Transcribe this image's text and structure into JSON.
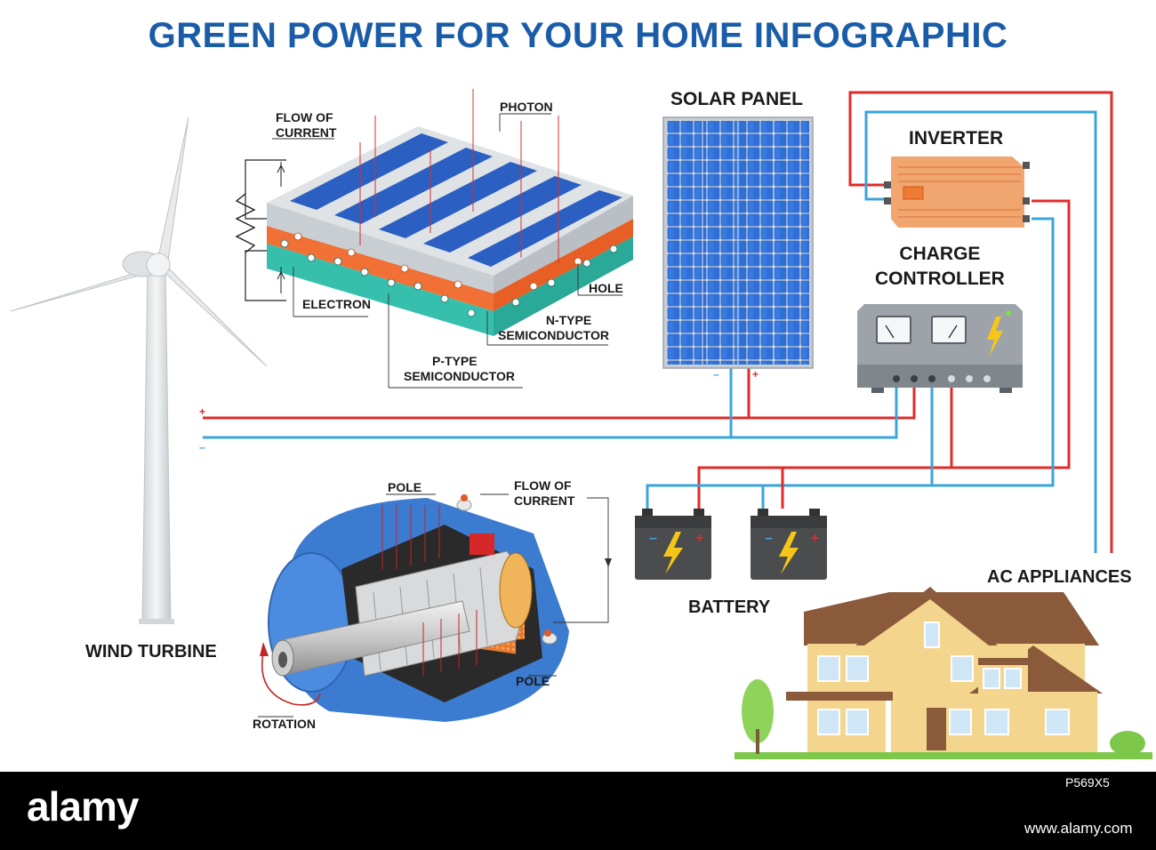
{
  "title": "GREEN POWER FOR YOUR HOME INFOGRAPHIC",
  "labels": {
    "flow_of_current_top": [
      "FLOW OF",
      "CURRENT"
    ],
    "photon": "PHOTON",
    "hole": "HOLE",
    "electron": "ELECTRON",
    "n_type": [
      "N-TYPE",
      "SEMICONDUCTOR"
    ],
    "p_type": [
      "P-TYPE",
      "SEMICONDUCTOR"
    ],
    "solar_panel": "SOLAR PANEL",
    "inverter": "INVERTER",
    "charge_controller": [
      "CHARGE",
      "CONTROLLER"
    ],
    "pole_top": "POLE",
    "flow_of_current_bottom": [
      "FLOW OF",
      "CURRENT"
    ],
    "pole_bottom": "POLE",
    "rotation": "ROTATION",
    "wind_turbine": "WIND TURBINE",
    "battery": "BATTERY",
    "ac_appliances": "AC APPLIANCES",
    "plus": "+",
    "minus": "–"
  },
  "colors": {
    "title": "#1b5ca8",
    "wire_positive": "#e02b2b",
    "wire_negative": "#3aa5dc",
    "panel_blue": "#2b63c6",
    "inverter_orange": "#f2a36b",
    "controller_gray": "#9aa0a6",
    "battery_gray": "#4a4a4a",
    "bolt_yellow": "#f5c518",
    "house_yellow": "#f4d58d",
    "roof_brown": "#8a5a3b",
    "motor_blue": "#3b7bd0"
  },
  "footer": {
    "brand": "alamy",
    "image_id": "P569X5",
    "site": "www.alamy.com"
  }
}
